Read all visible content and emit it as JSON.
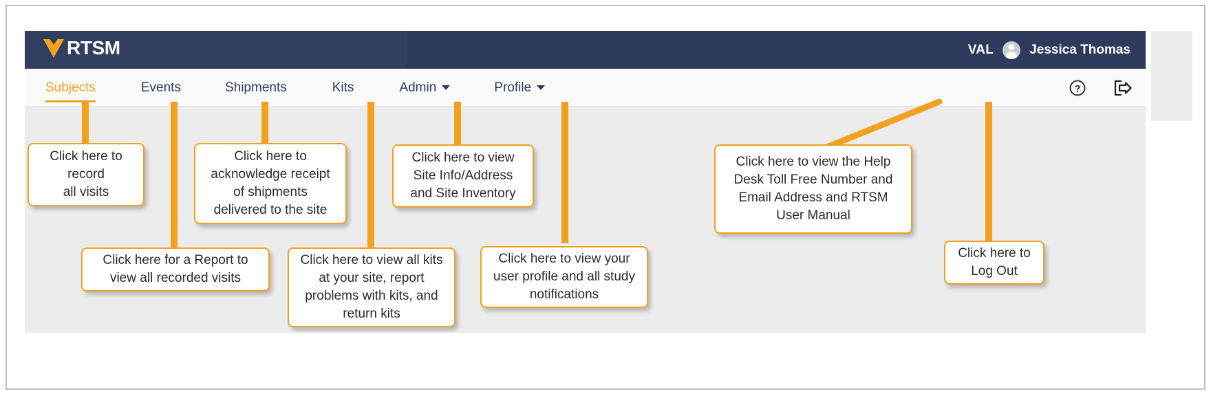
{
  "header": {
    "logo_text": "RTSM",
    "logo_icon": "veeva-v-logo-icon",
    "environment_label": "VAL",
    "user_name": "Jessica Thomas",
    "avatar_icon": "user-avatar-icon"
  },
  "nav": {
    "items": [
      {
        "label": "Subjects",
        "active": true,
        "has_caret": false
      },
      {
        "label": "Events",
        "active": false,
        "has_caret": false
      },
      {
        "label": "Shipments",
        "active": false,
        "has_caret": false
      },
      {
        "label": "Kits",
        "active": false,
        "has_caret": false
      },
      {
        "label": "Admin",
        "active": false,
        "has_caret": true
      },
      {
        "label": "Profile",
        "active": false,
        "has_caret": true
      }
    ],
    "help_icon": "question-mark-circle-icon",
    "logout_icon": "logout-arrow-icon"
  },
  "callouts": [
    {
      "id": "subjects",
      "text": "Click here to\nrecord\nall visits"
    },
    {
      "id": "shipments",
      "text": "Click here to\nacknowledge receipt\nof shipments\ndelivered to the site"
    },
    {
      "id": "admin",
      "text": "Click here to view\nSite Info/Address\nand Site Inventory"
    },
    {
      "id": "help",
      "text": "Click here to view the Help\nDesk Toll Free Number and\nEmail Address and RTSM\nUser Manual"
    },
    {
      "id": "events",
      "text": "Click here for a Report to\nview all recorded visits"
    },
    {
      "id": "kits",
      "text": "Click here to view all kits\nat your site, report\nproblems with kits, and\nreturn kits"
    },
    {
      "id": "profile",
      "text": "Click here to view your\nuser profile and all study\nnotifications"
    },
    {
      "id": "logout",
      "text": "Click here to\nLog Out"
    }
  ],
  "colors": {
    "brand_navy": "#2e3a5c",
    "brand_orange": "#f2a11f",
    "body_gray": "#ececec",
    "nav_bg": "#fafafa"
  }
}
